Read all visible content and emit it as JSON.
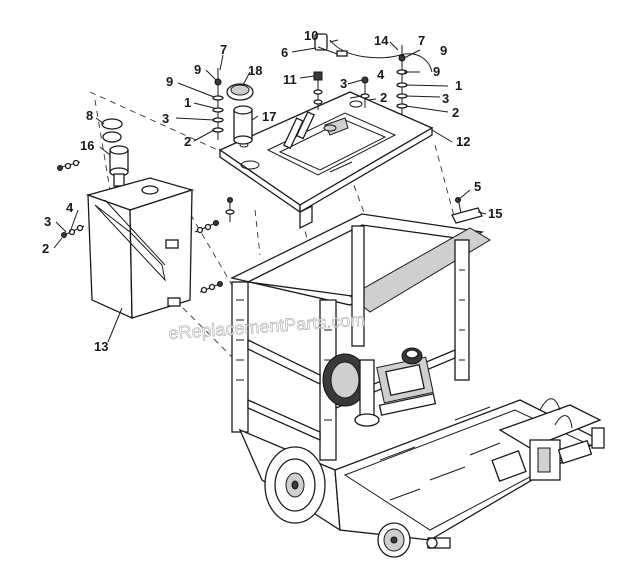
{
  "watermark": "eReplacementParts.com",
  "callouts": [
    {
      "id": "c10",
      "text": "10"
    },
    {
      "id": "c14",
      "text": "14"
    },
    {
      "id": "c7a",
      "text": "7"
    },
    {
      "id": "c7b",
      "text": "7"
    },
    {
      "id": "c9a",
      "text": "9"
    },
    {
      "id": "c18",
      "text": "18"
    },
    {
      "id": "c6",
      "text": "6"
    },
    {
      "id": "c9b",
      "text": "9"
    },
    {
      "id": "c11",
      "text": "11"
    },
    {
      "id": "c4a",
      "text": "4"
    },
    {
      "id": "c9c",
      "text": "9"
    },
    {
      "id": "c9d",
      "text": "9"
    },
    {
      "id": "c3a",
      "text": "3"
    },
    {
      "id": "c1a",
      "text": "1"
    },
    {
      "id": "c1b",
      "text": "1"
    },
    {
      "id": "c2a",
      "text": "2"
    },
    {
      "id": "c3b",
      "text": "3"
    },
    {
      "id": "c3c",
      "text": "3"
    },
    {
      "id": "c2b",
      "text": "2"
    },
    {
      "id": "c17",
      "text": "17"
    },
    {
      "id": "c8",
      "text": "8"
    },
    {
      "id": "c12",
      "text": "12"
    },
    {
      "id": "c2c",
      "text": "2"
    },
    {
      "id": "c16",
      "text": "16"
    },
    {
      "id": "c5",
      "text": "5"
    },
    {
      "id": "c15",
      "text": "15"
    },
    {
      "id": "c4b",
      "text": "4"
    },
    {
      "id": "c3d",
      "text": "3"
    },
    {
      "id": "c2d",
      "text": "2"
    },
    {
      "id": "c13",
      "text": "13"
    }
  ]
}
